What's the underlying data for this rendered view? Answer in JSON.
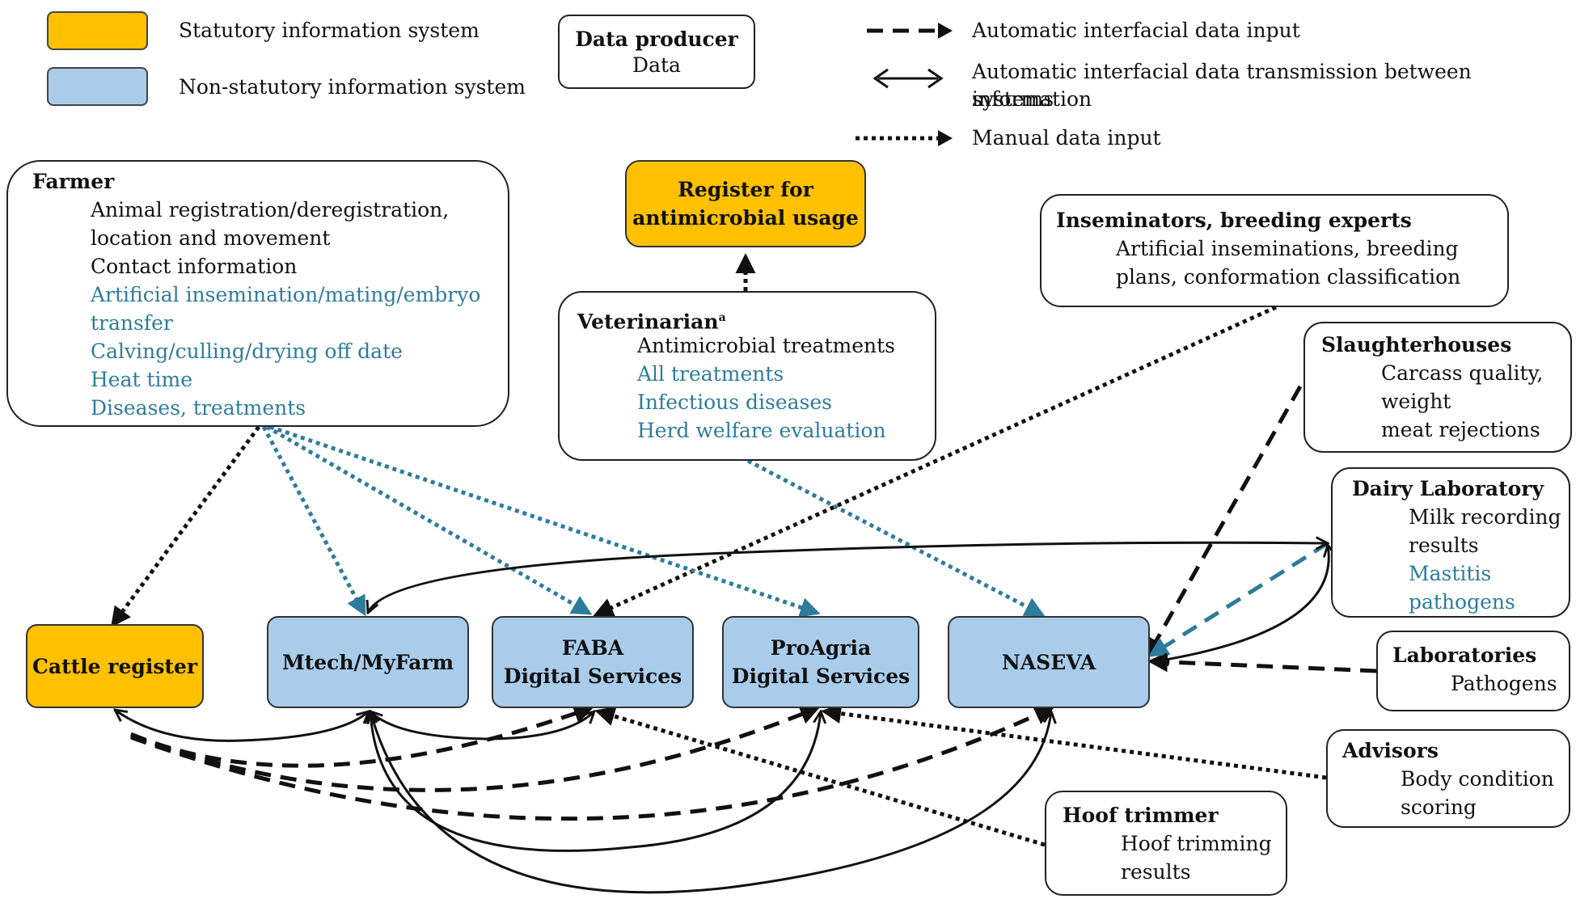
{
  "colors": {
    "statutory": "#FFC000",
    "non_statutory": "#A9CCEB",
    "black_arrow": "#111111",
    "blue_arrow": "#2E7C9B"
  },
  "legend": {
    "statutory_label": "Statutory information system",
    "non_statutory_label": "Non-statutory information system",
    "producer_box_title": "Data producer",
    "producer_box_data": "Data",
    "dashed_arrow_label": "Automatic interfacial data input",
    "double_arrow_label_line1": "Automatic interfacial data transmission between information",
    "double_arrow_label_line2": "systems",
    "dotted_arrow_label": "Manual data input"
  },
  "producers": {
    "farmer": {
      "title": "Farmer",
      "black_lines": [
        "Animal registration/deregistration,",
        "location and movement",
        "Contact information"
      ],
      "blue_lines": [
        "Artificial insemination/mating/embryo",
        "transfer",
        "Calving/culling/drying off date",
        "Heat time",
        "Diseases, treatments"
      ]
    },
    "veterinarian": {
      "title": "Veterinarian",
      "title_sup": "a",
      "black_lines": [
        "Antimicrobial treatments"
      ],
      "blue_lines": [
        "All treatments",
        "Infectious diseases",
        "Herd welfare evaluation"
      ]
    },
    "inseminators": {
      "title": "Inseminators, breeding experts",
      "lines": [
        "Artificial inseminations, breeding",
        "plans, conformation classification"
      ]
    },
    "slaughterhouses": {
      "title": "Slaughterhouses",
      "lines": [
        "Carcass quality,",
        "weight",
        "meat rejections"
      ]
    },
    "dairy_lab": {
      "title": "Dairy Laboratory",
      "black_lines": [
        "Milk recording",
        "results"
      ],
      "blue_lines": [
        "Mastitis",
        "pathogens"
      ]
    },
    "laboratories": {
      "title": "Laboratories",
      "lines": [
        "Pathogens"
      ]
    },
    "advisors": {
      "title": "Advisors",
      "lines": [
        "Body condition",
        "scoring"
      ]
    },
    "hoof_trimmer": {
      "title": "Hoof trimmer",
      "lines": [
        "Hoof trimming",
        "results"
      ]
    }
  },
  "systems": {
    "register_amu": {
      "line1": "Register for",
      "line2": "antimicrobial usage"
    },
    "cattle_register": {
      "line1": "Cattle register"
    },
    "mtech": {
      "line1": "Mtech/MyFarm"
    },
    "faba": {
      "line1": "FABA",
      "line2": "Digital Services"
    },
    "proagria": {
      "line1": "ProAgria",
      "line2": "Digital Services"
    },
    "naseva": {
      "line1": "NASEVA"
    }
  }
}
